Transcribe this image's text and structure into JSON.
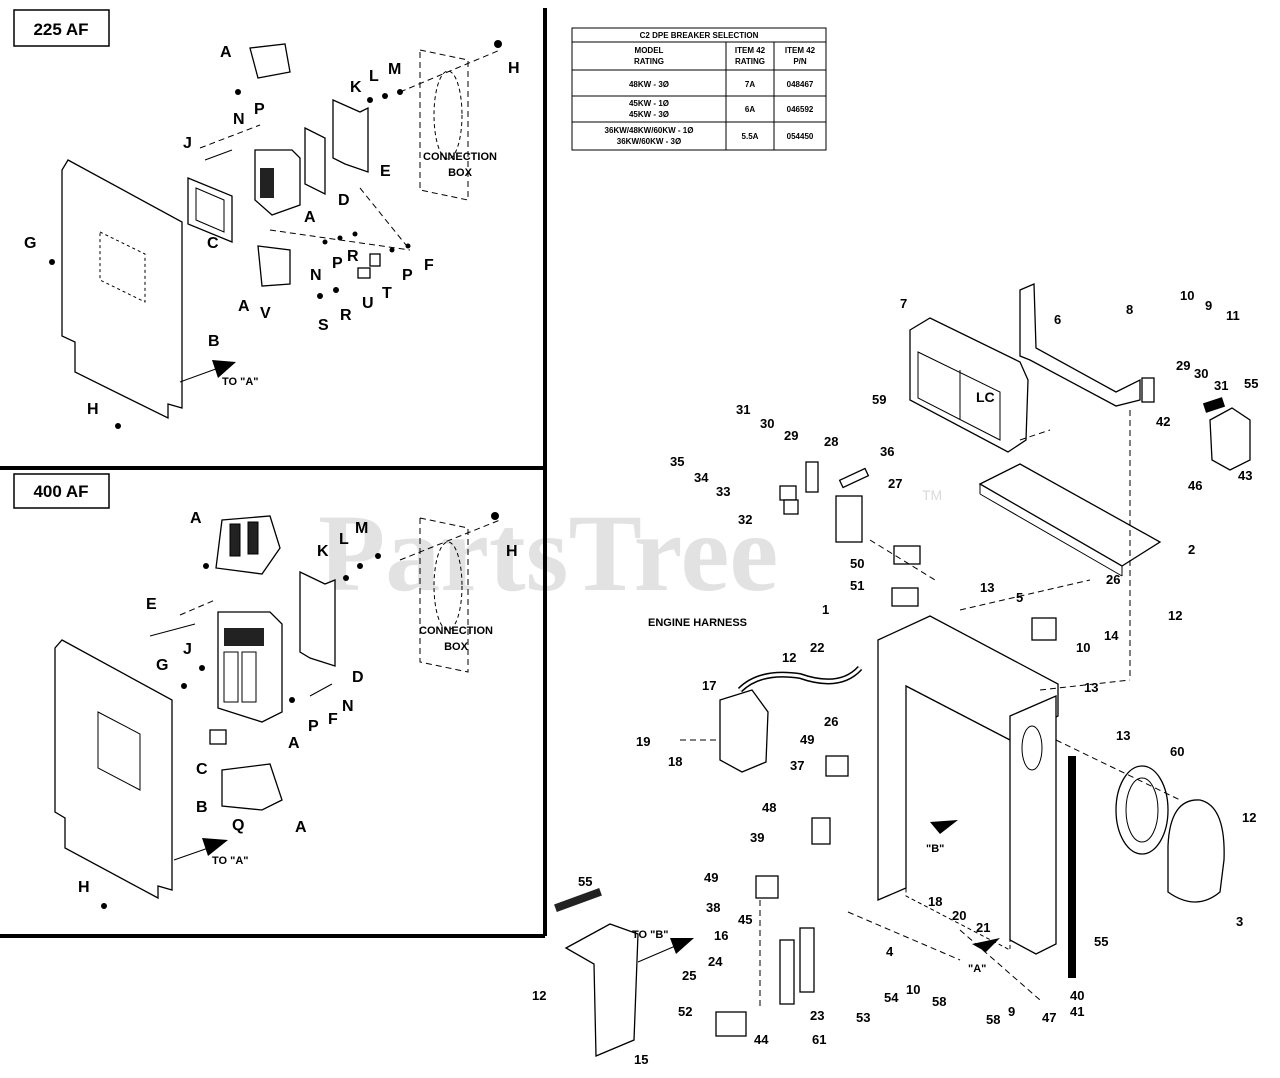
{
  "watermark": {
    "text": "PartsTree",
    "tm": "TM"
  },
  "panels": {
    "top_left": {
      "header": "225 AF",
      "letters": [
        "A",
        "H",
        "K",
        "L",
        "M",
        "P",
        "N",
        "J",
        "E",
        "D",
        "A",
        "G",
        "C",
        "B",
        "A",
        "V",
        "N",
        "P",
        "R",
        "S",
        "R",
        "U",
        "T",
        "P",
        "F",
        "H"
      ],
      "connection_box": [
        "CONNECTION",
        "BOX"
      ],
      "arrow_label": "TO \"A\""
    },
    "bottom_left": {
      "header": "400 AF",
      "letters": [
        "A",
        "K",
        "L",
        "M",
        "H",
        "E",
        "G",
        "J",
        "D",
        "F",
        "N",
        "P",
        "A",
        "C",
        "B",
        "Q",
        "A",
        "H"
      ],
      "connection_box": [
        "CONNECTION",
        "BOX"
      ],
      "arrow_label": "TO \"A\""
    }
  },
  "table": {
    "title": "C2 DPE BREAKER SELECTION",
    "headers": [
      [
        "MODEL",
        "RATING"
      ],
      [
        "ITEM 42",
        "RATING"
      ],
      [
        "ITEM 42",
        "P/N"
      ]
    ],
    "rows": [
      {
        "model": [
          "48KW - 3Ø"
        ],
        "rating": "7A",
        "pn": "048467"
      },
      {
        "model": [
          "45KW - 1Ø",
          "45KW - 3Ø"
        ],
        "rating": "6A",
        "pn": "046592"
      },
      {
        "model": [
          "36KW/48KW/60KW - 1Ø",
          "36KW/60KW - 3Ø"
        ],
        "rating": "5.5A",
        "pn": "054450"
      }
    ]
  },
  "main": {
    "engine_harness": "ENGINE HARNESS",
    "to_b": "TO \"B\"",
    "view_a": "\"A\"",
    "view_b": "\"B\"",
    "callouts": [
      "7",
      "6",
      "8",
      "10",
      "9",
      "11",
      "29",
      "30",
      "31",
      "55",
      "42",
      "43",
      "46",
      "59",
      "31",
      "30",
      "29",
      "35",
      "34",
      "33",
      "28",
      "36",
      "27",
      "32",
      "50",
      "51",
      "2",
      "26",
      "12",
      "13",
      "5",
      "14",
      "10",
      "1",
      "22",
      "12",
      "17",
      "13",
      "13",
      "19",
      "18",
      "26",
      "49",
      "37",
      "60",
      "12",
      "48",
      "39",
      "3",
      "49",
      "38",
      "45",
      "16",
      "18",
      "20",
      "21",
      "24",
      "25",
      "4",
      "55",
      "10",
      "58",
      "40",
      "41",
      "47",
      "9",
      "58",
      "54",
      "53",
      "52",
      "44",
      "23",
      "61",
      "55",
      "15",
      "12"
    ]
  }
}
